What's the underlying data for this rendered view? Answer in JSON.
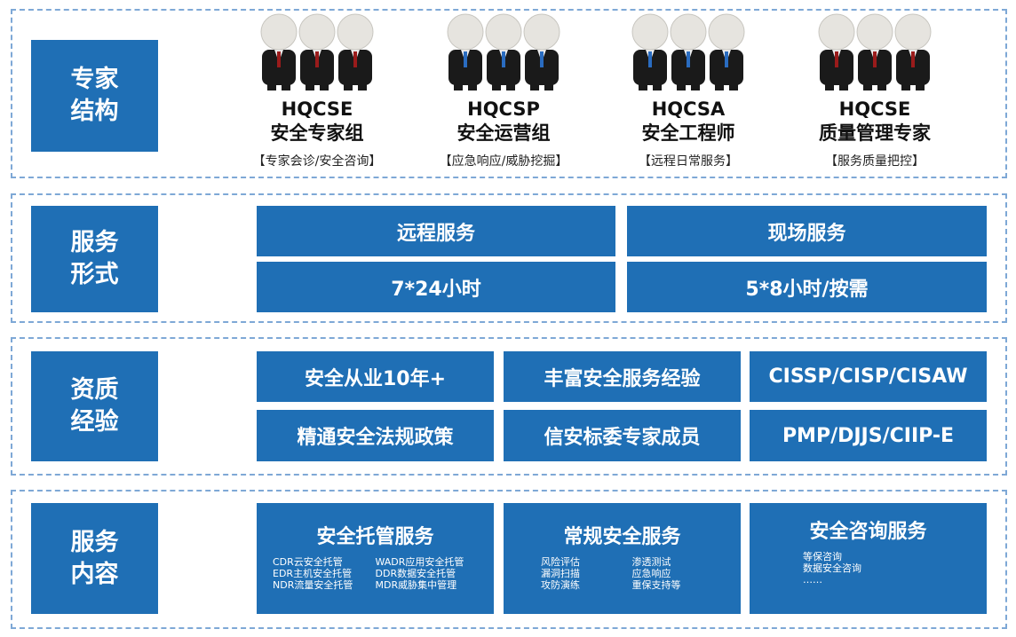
{
  "sections": [
    {
      "label": "专家结构"
    },
    {
      "label": "服务形式"
    },
    {
      "label": "资质经验"
    },
    {
      "label": "服务内容"
    }
  ],
  "teams": [
    {
      "code": "HQCSE",
      "name": "安全专家组",
      "duty": "【专家会诊/安全咨询】",
      "tie": "#9a1b1b"
    },
    {
      "code": "HQCSP",
      "name": "安全运营组",
      "duty": "【应急响应/威胁挖掘】",
      "tie": "#2a6cc0"
    },
    {
      "code": "HQCSA",
      "name": "安全工程师",
      "duty": "【远程日常服务】",
      "tie": "#2a6cc0"
    },
    {
      "code": "HQCSE",
      "name": "质量管理专家",
      "duty": "【服务质量把控】",
      "tie": "#9a1b1b"
    }
  ],
  "service_forms": {
    "remote": "远程服务",
    "onsite": "现场服务",
    "remote_time": "7*24小时",
    "onsite_time": "5*8小时/按需"
  },
  "qualifications": [
    "安全从业10年+",
    "丰富安全服务经验",
    "CISSP/CISP/CISAW",
    "精通安全法规政策",
    "信安标委专家成员",
    "PMP/DJJS/CIIP-E"
  ],
  "services": [
    {
      "title": "安全托管服务",
      "items": [
        "CDR云安全托管",
        "WADR应用安全托管",
        "EDR主机安全托管",
        "DDR数据安全托管",
        "NDR流量安全托管",
        "MDR威胁集中管理"
      ]
    },
    {
      "title": "常规安全服务",
      "items": [
        "风险评估",
        "渗透测试",
        "漏洞扫描",
        "应急响应",
        "攻防演练",
        "重保支持等"
      ]
    },
    {
      "title": "安全咨询服务",
      "items": [
        "等保咨询",
        "数据安全咨询",
        "……"
      ]
    }
  ],
  "colors": {
    "primary": "#1f6fb5",
    "dash": "#7ea8d6"
  }
}
